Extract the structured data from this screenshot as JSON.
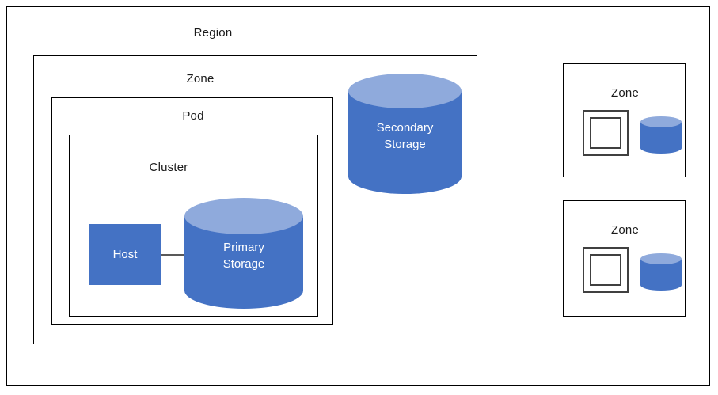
{
  "diagram": {
    "title": "Region",
    "palette": {
      "shape_fill": "#4472C4",
      "cylinder_top": "#8FAADC",
      "border": "#000000",
      "connector": "#595959",
      "shape_text": "#FFFFFF",
      "label_text": "#1A1A1A",
      "background": "#FFFFFF"
    },
    "region": {
      "label": "Region"
    },
    "main_zone": {
      "label": "Zone",
      "pod": {
        "label": "Pod",
        "cluster": {
          "label": "Cluster",
          "host": {
            "label": "Host"
          },
          "primary_storage": {
            "label_line1": "Primary",
            "label_line2": "Storage"
          }
        }
      },
      "secondary_storage": {
        "label_line1": "Secondary",
        "label_line2": "Storage"
      }
    },
    "side_zones": [
      {
        "label": "Zone"
      },
      {
        "label": "Zone"
      }
    ]
  }
}
